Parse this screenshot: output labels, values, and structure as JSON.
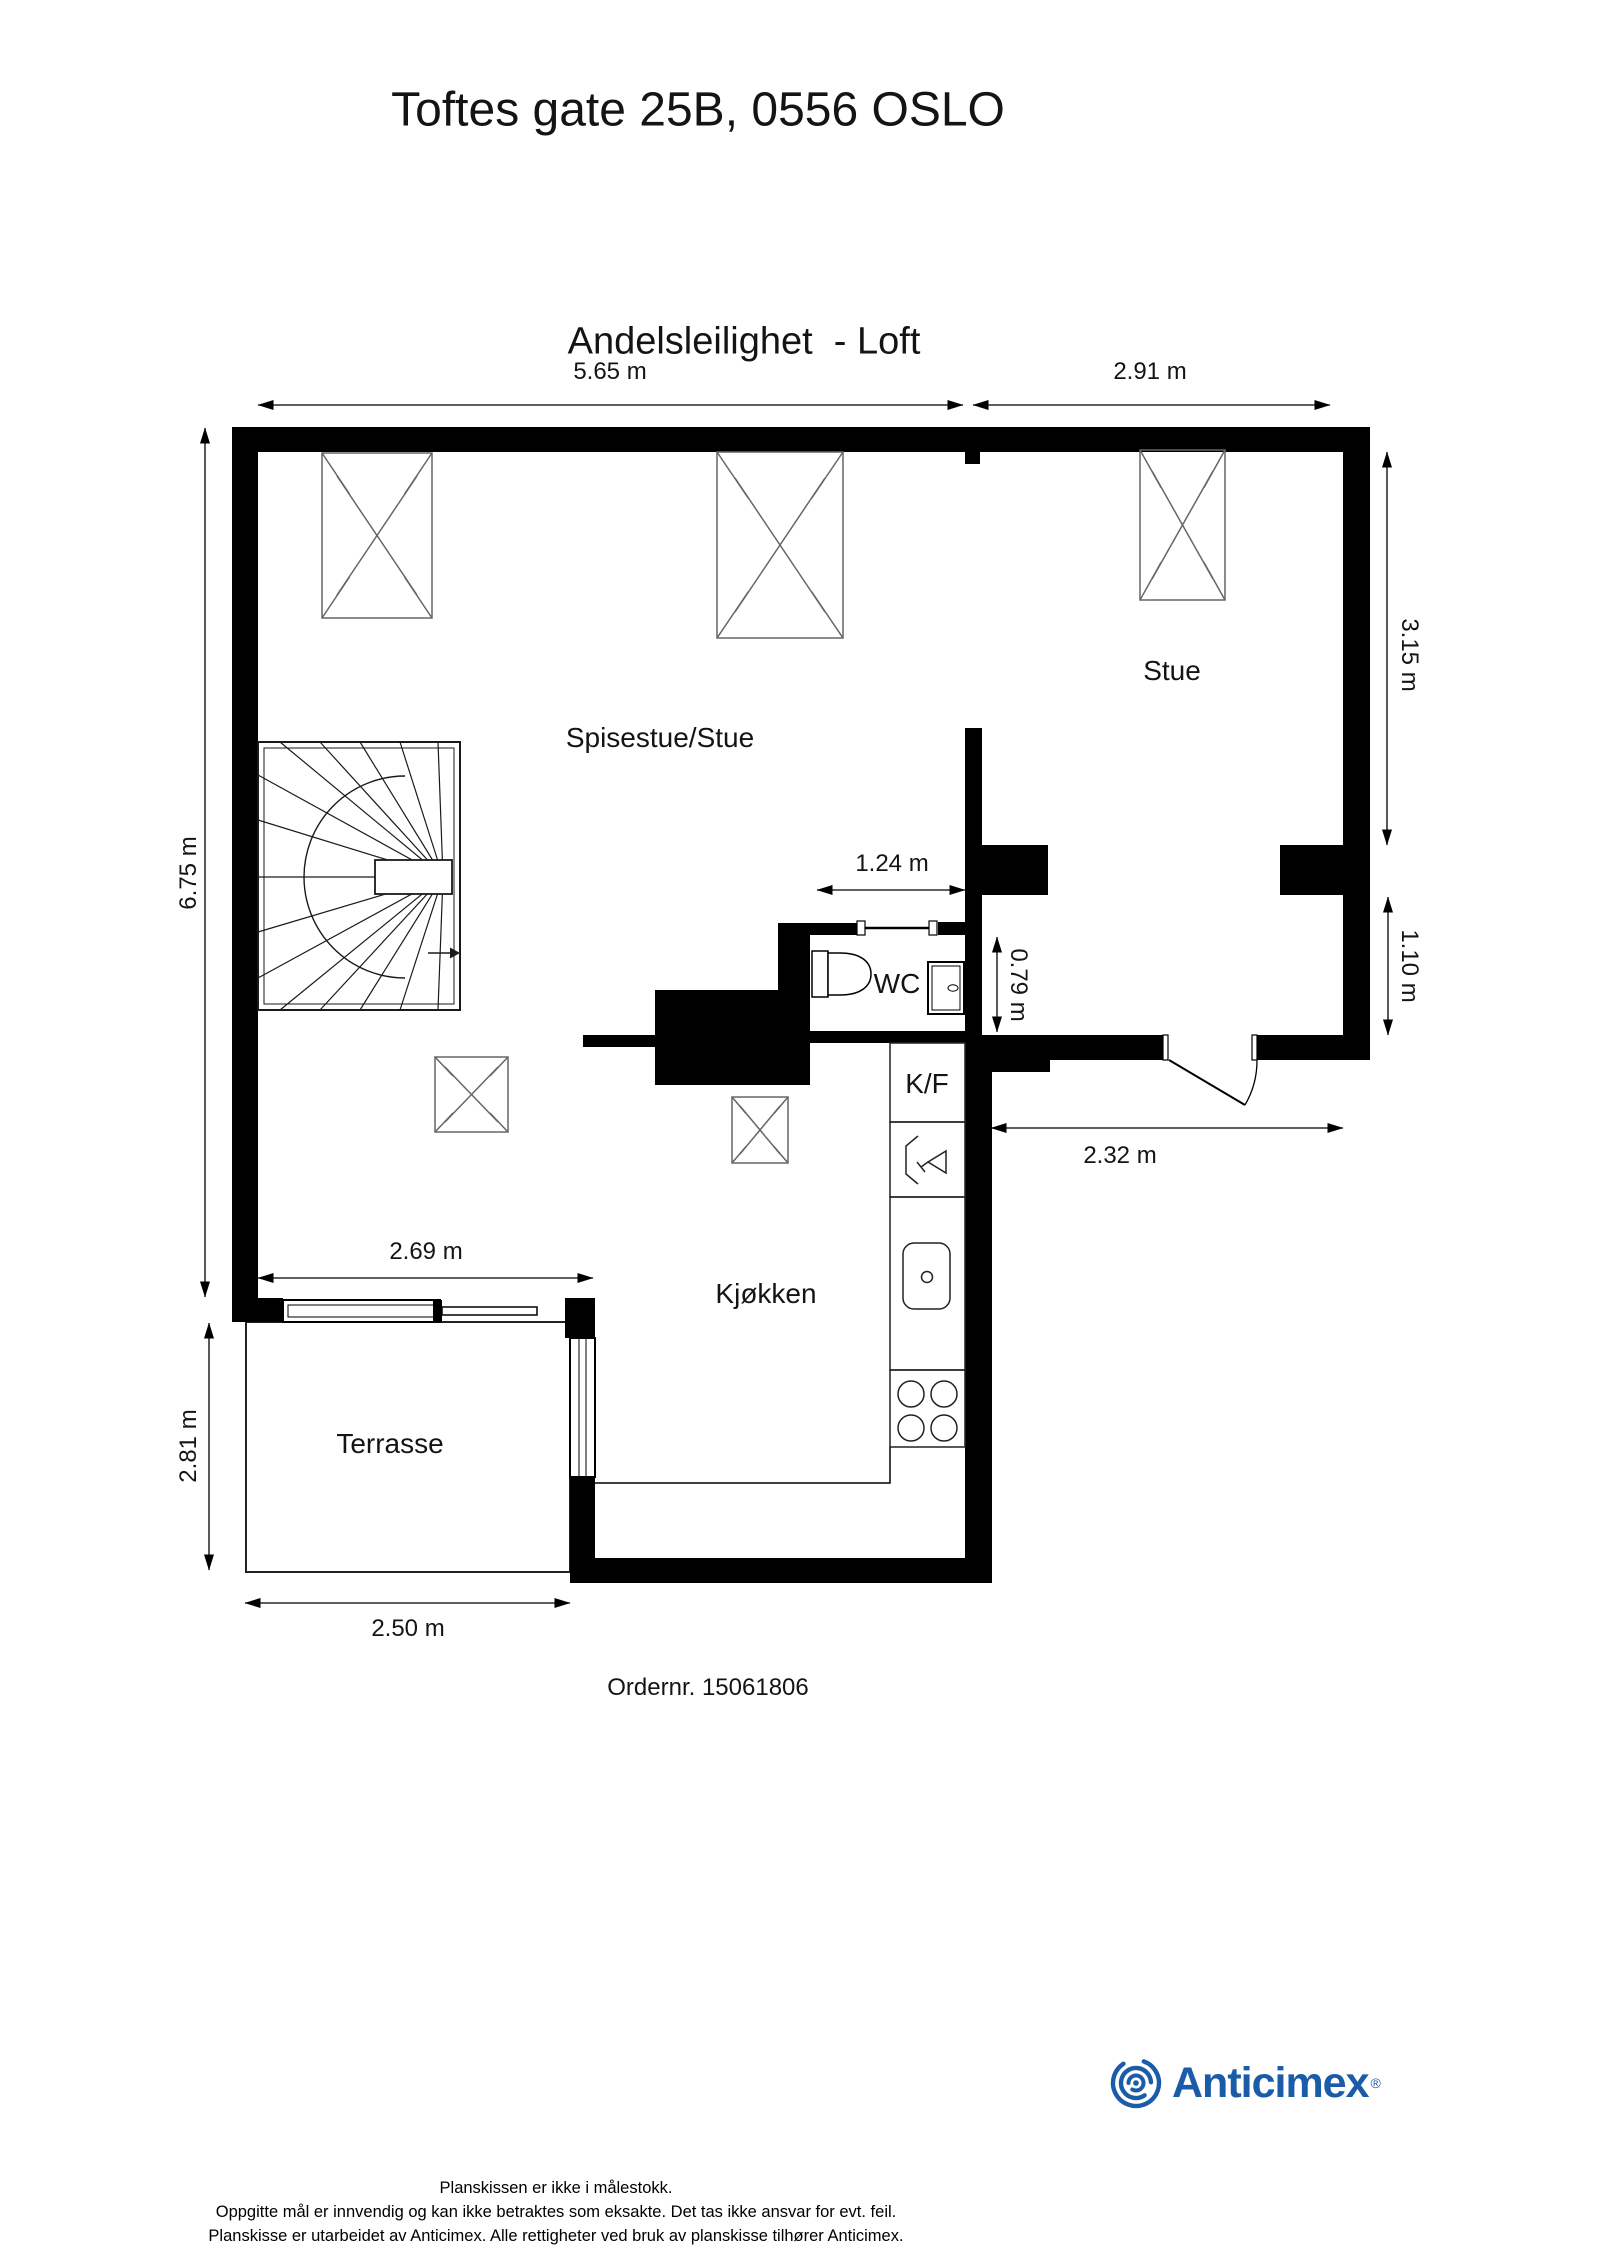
{
  "page": {
    "title": "Toftes gate 25B, 0556 OSLO",
    "subtitle": "Andelsleilighet  - Loft",
    "order_number": "Ordernr. 15061806"
  },
  "rooms": {
    "dining_living": "Spisestue/Stue",
    "living": "Stue",
    "wc": "WC",
    "fridge_freezer": "K/F",
    "kitchen": "Kjøkken",
    "terrace": "Terrasse"
  },
  "dimensions": {
    "top_left": "5.65 m",
    "top_right": "2.91 m",
    "right_upper": "3.15 m",
    "right_lower": "1.10 m",
    "left_side": "6.75 m",
    "wc_width": "1.24 m",
    "wc_depth": "0.79 m",
    "entry_width": "2.32 m",
    "terrace_top": "2.69 m",
    "terrace_side": "2.81 m",
    "terrace_bottom": "2.50 m"
  },
  "branding": {
    "logo_text": "Anticimex",
    "registered_mark": "®",
    "logo_color": "#1b5ca8"
  },
  "footer": {
    "line1": "Planskissen er ikke i målestokk.",
    "line2": "Oppgitte mål er innvendig og kan ikke betraktes som eksakte. Det tas ikke ansvar for evt. feil.",
    "line3": "Planskisse er utarbeidet av Anticimex. Alle rettigheter ved bruk av planskisse tilhører Anticimex."
  },
  "colors": {
    "walls": "#000000"
  }
}
